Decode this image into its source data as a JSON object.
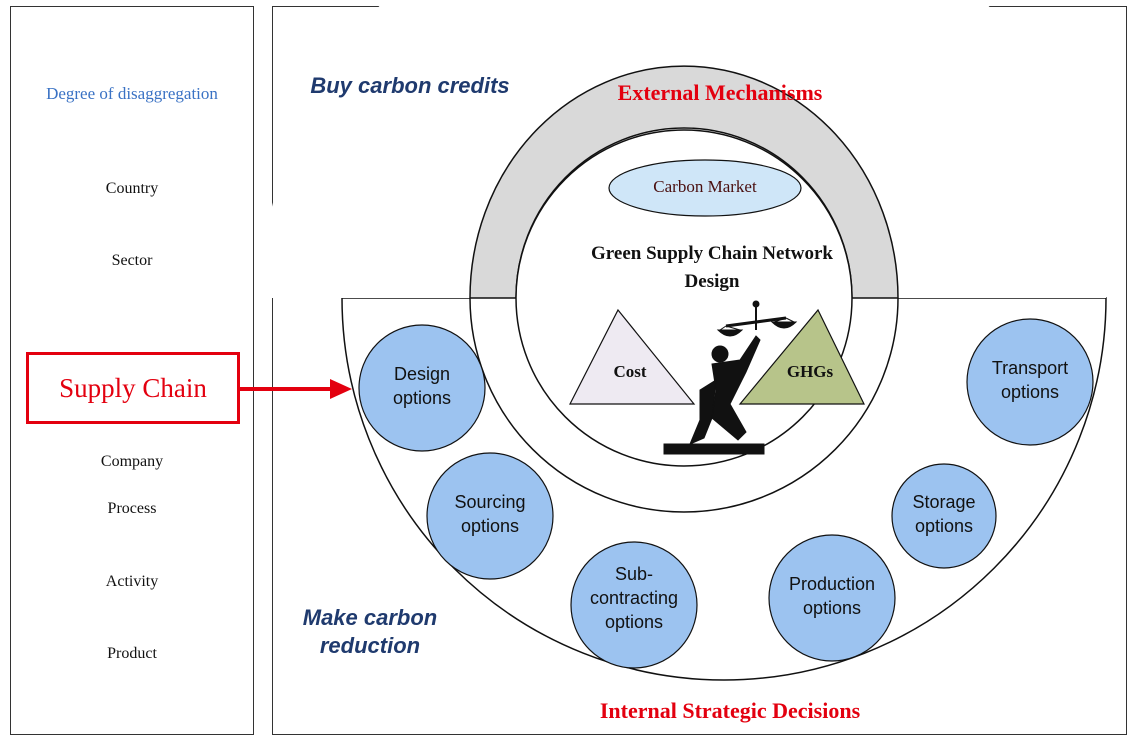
{
  "left_panel": {
    "header": "Degree of disaggregation",
    "levels": [
      "Country",
      "Sector",
      "Company",
      "Process",
      "Activity",
      "Product"
    ],
    "highlight": "Supply Chain"
  },
  "labels": {
    "buy_carbon_credits": "Buy carbon credits",
    "make_carbon_reduction": "Make carbon reduction",
    "external_mechanisms": "External Mechanisms",
    "internal_decisions": "Internal Strategic Decisions",
    "carbon_market": "Carbon Market",
    "center_title": "Green Supply Chain Network Design",
    "cost": "Cost",
    "ghgs": "GHGs"
  },
  "options": [
    {
      "label": "Design options"
    },
    {
      "label": "Sourcing options"
    },
    {
      "label": "Sub-contracting options"
    },
    {
      "label": "Production options"
    },
    {
      "label": "Storage options"
    },
    {
      "label": "Transport options"
    }
  ],
  "colors": {
    "accent_red": "#e3000f",
    "header_blue": "#3a72c4",
    "dark_blue": "#1f3a6e",
    "circle_fill": "#9cc3f0",
    "arc_gray": "#d9d9d9",
    "ghgs_green": "#b7c48a",
    "cost_fill": "#eeeaf2"
  }
}
